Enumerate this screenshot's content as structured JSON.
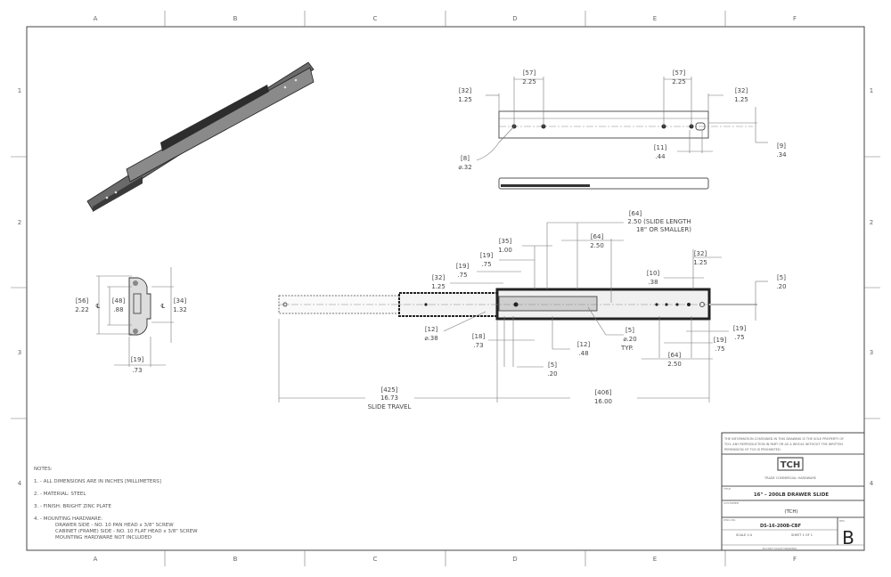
{
  "zones": {
    "cols": [
      "A",
      "B",
      "C",
      "D",
      "E",
      "F"
    ],
    "rows": [
      "1",
      "2",
      "3",
      "4"
    ]
  },
  "dims": {
    "top_left_hole": [
      "[57]",
      "2.25"
    ],
    "top_right_hole": [
      "[57]",
      "2.25"
    ],
    "top_left_edge": [
      "[32]",
      "1.25"
    ],
    "top_right_edge": [
      "[32]",
      "1.25"
    ],
    "top_hole_dia": [
      "[8]",
      "⌀.32"
    ],
    "top_slot": [
      "[11]",
      ".44"
    ],
    "top_height": [
      "[9]",
      ".34"
    ],
    "end_overall": [
      "[56]",
      "2.22"
    ],
    "end_inner": [
      "[48]",
      ".88"
    ],
    "end_right": [
      "[34]",
      "1.32"
    ],
    "end_width": [
      "[19]",
      ".73"
    ],
    "centerline": "℄",
    "slide_length": [
      "[64]",
      "2.50 (SLIDE LENGTH",
      "18\" OR SMALLER)"
    ],
    "side_64": [
      "[64]",
      "2.50"
    ],
    "side_35": [
      "[35]",
      "1.00"
    ],
    "side_19a": [
      "[19]",
      ".75"
    ],
    "side_19b": [
      "[19]",
      ".75"
    ],
    "side_32a": [
      "[32]",
      "1.25"
    ],
    "side_32b": [
      "[32]",
      "1.25"
    ],
    "side_10": [
      "[10]",
      ".38"
    ],
    "side_5r": [
      "[5]",
      ".20"
    ],
    "side_12dia": [
      "[12]",
      "⌀.38"
    ],
    "side_18": [
      "[18]",
      ".73"
    ],
    "side_12": [
      "[12]",
      ".48"
    ],
    "side_5dia": [
      "[5]",
      "⌀.20",
      "TYP."
    ],
    "side_19c": [
      "[19]",
      ".75"
    ],
    "side_19d": [
      "[19]",
      ".75"
    ],
    "side_64b": [
      "[64]",
      "2.50"
    ],
    "side_5b": [
      "[5]",
      ".20"
    ],
    "travel": [
      "[425]",
      "16.73",
      "SLIDE TRAVEL"
    ],
    "length": [
      "[406]",
      "16.00"
    ]
  },
  "notes": {
    "title": "NOTES:",
    "items": [
      "1. - ALL DIMENSIONS ARE IN INCHES [MILLIMETERS]",
      "2. - MATERIAL: STEEL",
      "3. - FINISH: BRIGHT ZINC PLATE",
      "4. - MOUNTING HARDWARE:"
    ],
    "hardware": [
      "DRAWER SIDE - NO. 10 PAN HEAD x 3/8\" SCREW",
      "CABINET (FRAME) SIDE - NO. 10 FLAT HEAD x 3/8\" SCREW",
      "MOUNTING HARDWARE NOT INCLUDED"
    ]
  },
  "title_block": {
    "disclaimer": [
      "THE INFORMATION CONTAINED IN THIS DRAWING IS THE SOLE PROPERTY OF",
      "TCH. ANY REPRODUCTION IN PART OR AS A WHOLE WITHOUT THE WRITTEN",
      "PERMISSION OF TCH IS PROHIBITED."
    ],
    "logo": "TCH",
    "company": "TRADE COMMERCIAL HARDWARE",
    "title_label": "TITLE",
    "title": "16\" - 200LB DRAWER SLIDE",
    "customer_label": "CUSTOMER",
    "customer": "(TCH)",
    "dwg_label": "DWG NO.",
    "dwg_no": "DS-16-200B-CBF",
    "scale": "SCALE 1:4",
    "sheet": "SHEET 1 OF 1",
    "rev_label": "REV",
    "rev": "B",
    "footer": "DO NOT SCALE DRAWING"
  }
}
